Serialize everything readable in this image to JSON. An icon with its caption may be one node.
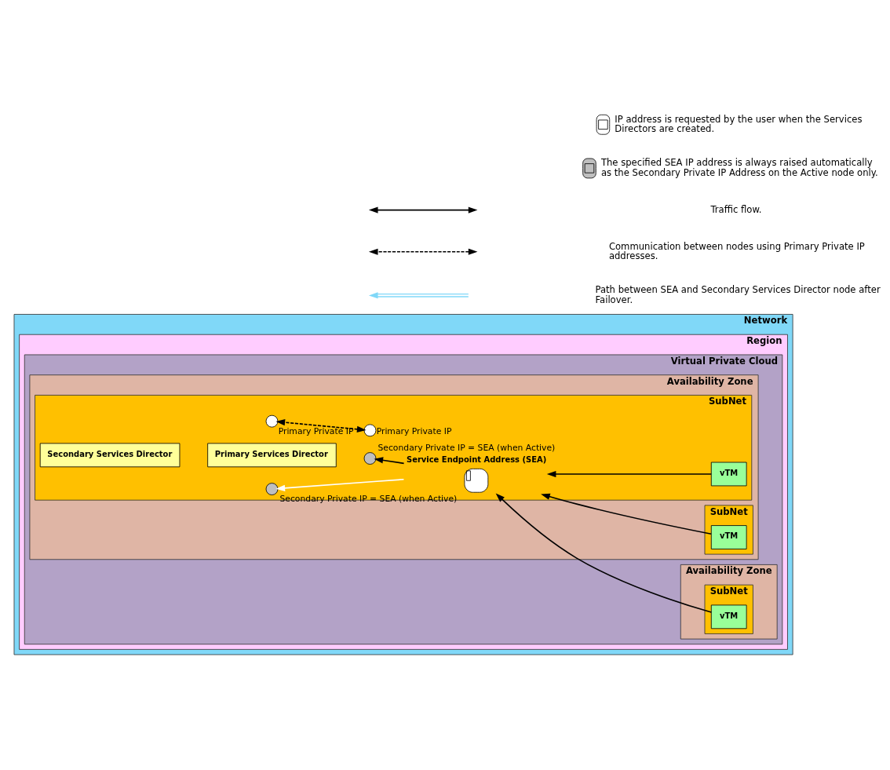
{
  "diagram": {
    "nodes": [
      {
        "text": [
          "Network"
        ]
      },
      {
        "text": [
          "Region"
        ],
        "in": 0
      },
      {
        "text": [
          "Virtual Private Cloud"
        ],
        "in": 1
      },
      {
        "text": [
          "Availability Zone"
        ],
        "in": 2
      },
      {
        "text": [
          "SubNet"
        ],
        "in": 3
      },
      {
        "text": [
          "Primary Services Director"
        ],
        "in": 4
      },
      {
        "text": [],
        "shape": "circle",
        "beside": [
          "Secondary Private IP = SEA (when Active)"
        ],
        "in": 4
      },
      {
        "text": [],
        "shape": "circle",
        "beside": [
          "Primary Private IP"
        ],
        "in": 4
      },
      {
        "text": [
          "Secondary Services Director"
        ],
        "in": 4
      },
      {
        "text": [],
        "shape": "circle",
        "beside": [
          "Primary Private IP"
        ],
        "in": 4
      },
      {
        "text": [],
        "shape": "circle",
        "beside": [
          "Secondary Private IP = SEA (when Active)"
        ],
        "in": 4
      },
      {
        "text": [
          "Service Endpoint Address (SEA)"
        ],
        "in": 4
      },
      {
        "text": [
          "vTM"
        ],
        "in": 4
      },
      {
        "text": [
          "SubNet"
        ],
        "in": 3
      },
      {
        "text": [
          "vTM"
        ],
        "in": 13
      },
      {
        "text": [
          "Availability Zone"
        ],
        "in": 2
      },
      {
        "text": [
          "SubNet"
        ],
        "in": 15
      },
      {
        "text": [
          "vTM"
        ],
        "in": 16
      }
    ],
    "edges": [
      {
        "from": 12,
        "to": 11,
        "arrow": "to"
      },
      {
        "from": 14,
        "to": 11,
        "arrow": "to"
      },
      {
        "from": 17,
        "to": 11,
        "arrow": "to"
      },
      {
        "from": 11,
        "to": 6,
        "arrow": "to"
      },
      {
        "from": 7,
        "to": 9,
        "arrow": "both",
        "style": "dashed"
      },
      {
        "from": 11,
        "to": 10,
        "arrow": "to",
        "color": "#ffffff"
      }
    ],
    "legend": [
      {
        "text": "IP address is requested by the user when the Services Directors are created."
      },
      {
        "text": "The specified SEA IP address is always raised automatically as the Secondary Private IP Address on the Active node only."
      },
      {
        "text": "Traffic flow."
      },
      {
        "text": "Communication between nodes using Primary Private IP addresses."
      },
      {
        "text": "Path between SEA and Secondary Services Director node after Failover."
      }
    ]
  }
}
